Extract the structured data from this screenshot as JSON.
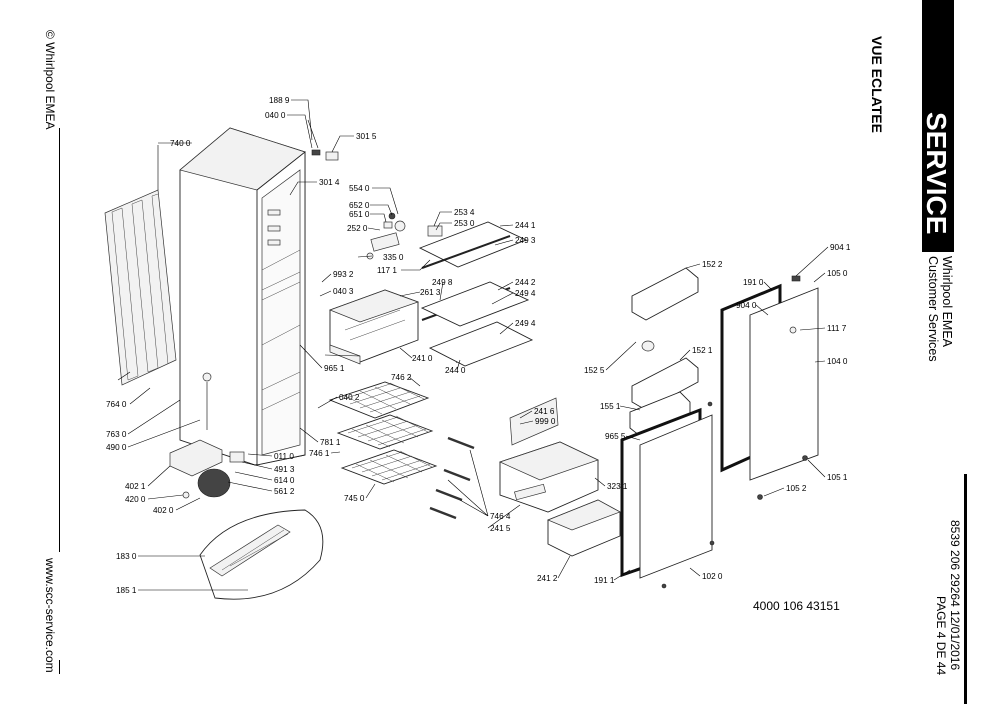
{
  "sidebar_left": {
    "copyright": "© Whirlpool EMEA",
    "website": "www.scc-service.com"
  },
  "header": {
    "view_title": "VUE ECLATEE",
    "service_label": "SERVICE",
    "brand_line1": "Whirlpool EMEA",
    "brand_line2": "Customer Services"
  },
  "footer_right": {
    "doc_ref": "8539 206 29264 12/01/2016",
    "page": "PAGE 4 DE 44"
  },
  "part_number": "4000 106 43151",
  "callouts": [
    "188 9",
    "040 0",
    "301 5",
    "740 0",
    "301 4",
    "554 0",
    "652 0",
    "651 0",
    "252 0",
    "253 4",
    "253 0",
    "335 0",
    "117 1",
    "244 1",
    "249 3",
    "993 2",
    "040 3",
    "261 3",
    "249 8",
    "244 2",
    "249 4",
    "249 4",
    "241 0",
    "244 0",
    "965 1",
    "746 2",
    "764 0",
    "040 2",
    "241 6",
    "999 0",
    "763 0",
    "490 0",
    "781 1",
    "746 1",
    "011 0",
    "491 3",
    "614 0",
    "561 2",
    "402 1",
    "420 0",
    "402 0",
    "745 0",
    "746 4",
    "241 5",
    "323 1",
    "241 2",
    "191 1",
    "102 0",
    "183 0",
    "185 1",
    "152 2",
    "191 0",
    "904 0",
    "152 5",
    "152 1",
    "155 1",
    "965 5",
    "904 1",
    "105 0",
    "111 7",
    "104 0",
    "105 1",
    "105 2"
  ]
}
